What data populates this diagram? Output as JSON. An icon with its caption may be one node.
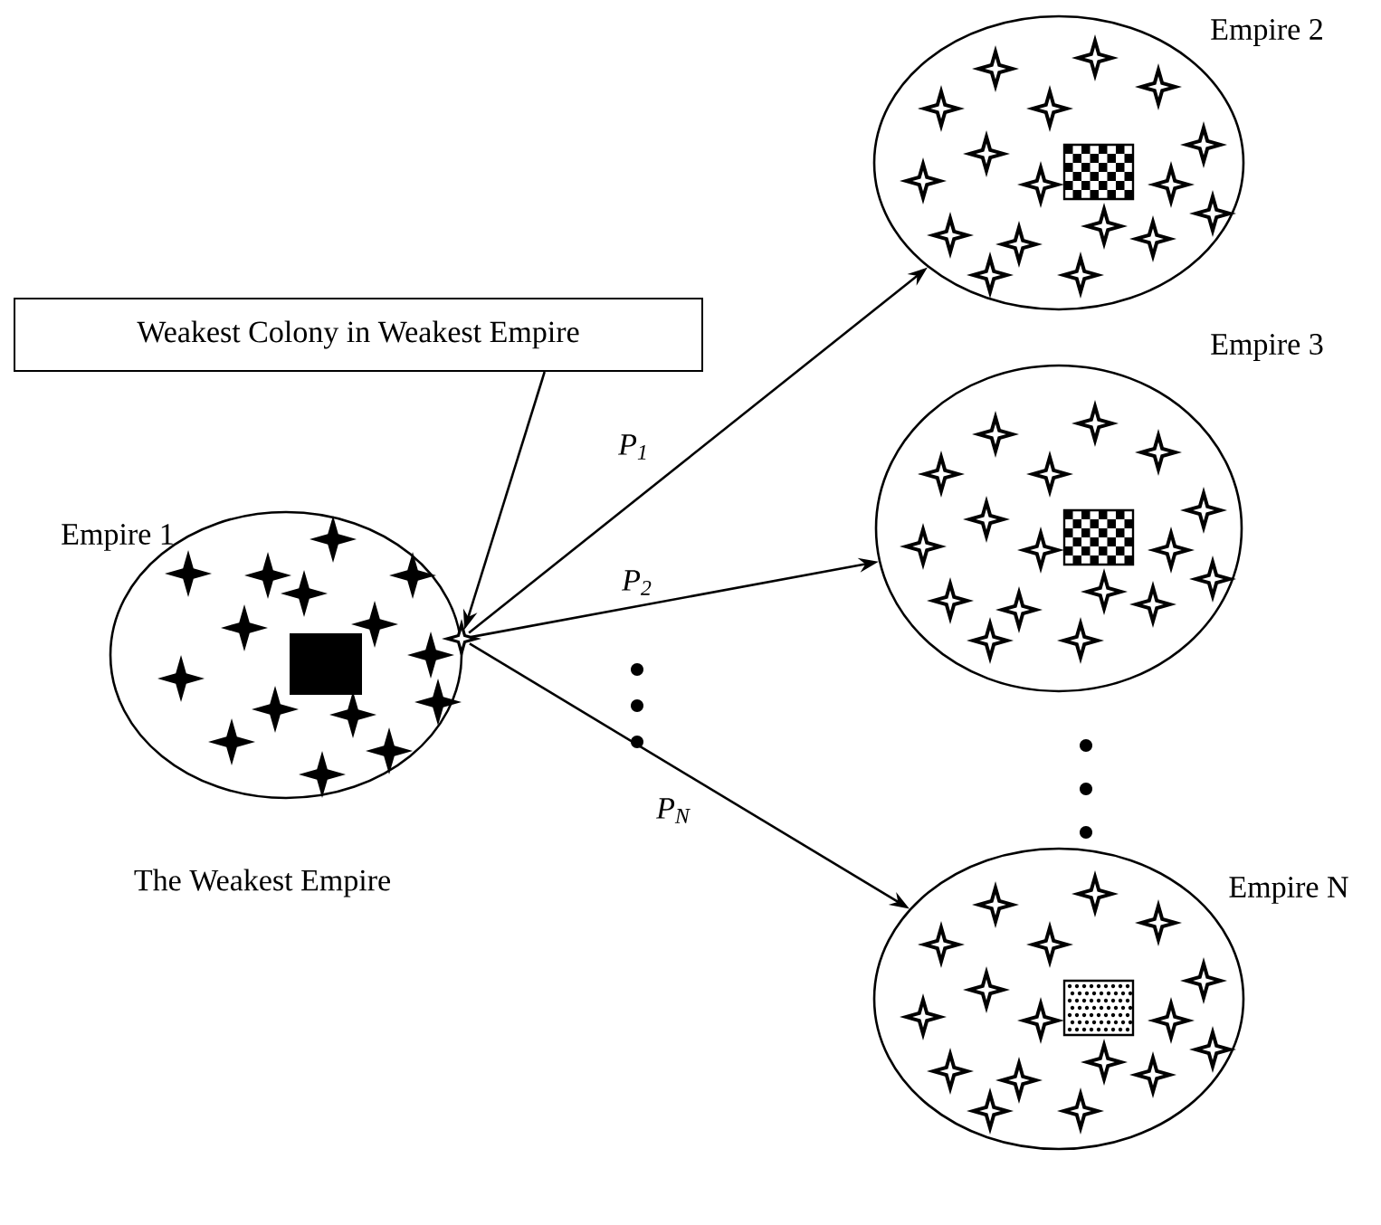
{
  "diagram": {
    "nodes": [
      {
        "text": [
          "Weakest Colony in Weakest Empire"
        ]
      },
      {
        "text": [
          "Empire 1"
        ],
        "beside": [
          "The Weakest Empire"
        ]
      },
      {
        "text": [],
        "shape": "star",
        "in": 1
      },
      {
        "text": [
          "Empire 2"
        ]
      },
      {
        "text": [
          "Empire 3"
        ]
      },
      {
        "text": [
          "Empire N"
        ]
      }
    ],
    "edges": [
      {
        "from": 0,
        "to": 2,
        "arrow": "to"
      },
      {
        "from": 2,
        "to": 3,
        "arrow": "to",
        "label": "P$_{1}$"
      },
      {
        "from": 2,
        "to": 4,
        "arrow": "to",
        "label": "P$_{2}$"
      },
      {
        "from": 2,
        "to": 5,
        "arrow": "to",
        "label": "P$_{N}$"
      }
    ]
  }
}
